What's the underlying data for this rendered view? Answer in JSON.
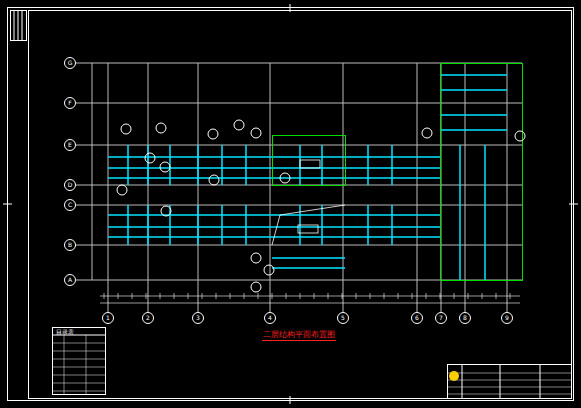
{
  "diagram": {
    "caption": "二层结构平面布置图",
    "nodes": [
      {
        "text": [
          "1"
        ]
      },
      {
        "text": [
          "2"
        ]
      },
      {
        "text": [
          "3"
        ]
      },
      {
        "text": [
          "4"
        ]
      },
      {
        "text": [
          "5"
        ]
      },
      {
        "text": [
          "6"
        ]
      },
      {
        "text": [
          "7"
        ]
      },
      {
        "text": [
          "8"
        ]
      },
      {
        "text": [
          "9"
        ]
      },
      {
        "text": [
          "G"
        ]
      },
      {
        "text": [
          "F"
        ]
      },
      {
        "text": [
          "E"
        ]
      },
      {
        "text": [
          "D"
        ]
      },
      {
        "text": [
          "C"
        ]
      },
      {
        "text": [
          "B"
        ]
      },
      {
        "text": [
          "A"
        ]
      }
    ],
    "labels": [
      "目录表"
    ]
  }
}
